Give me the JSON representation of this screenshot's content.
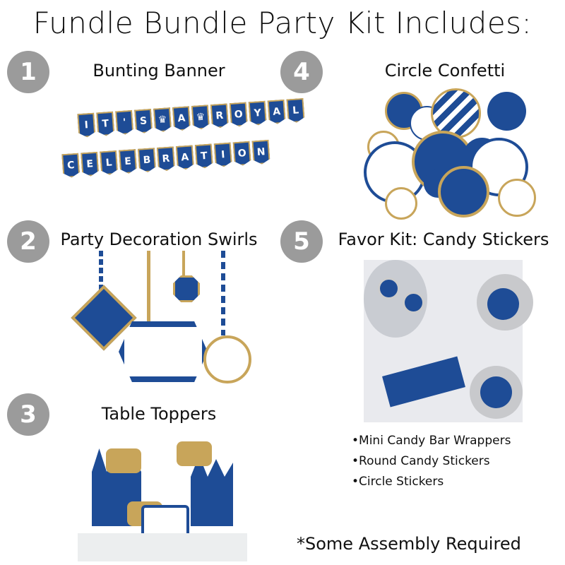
{
  "title": "Fundle Bundle Party Kit Includes:",
  "items": [
    {
      "num": "1",
      "label": "Bunting Banner"
    },
    {
      "num": "2",
      "label": "Party Decoration Swirls"
    },
    {
      "num": "3",
      "label": "Table Toppers"
    },
    {
      "num": "4",
      "label": "Circle Confetti"
    },
    {
      "num": "5",
      "label": "Favor Kit: Candy Stickers"
    }
  ],
  "banner": {
    "line1": "IT'S A ROYAL",
    "line2": "CELEBRATION"
  },
  "favor_list": [
    "•Mini Candy Bar Wrappers",
    "•Round Candy Stickers",
    "•Circle Stickers"
  ],
  "note": "*Some Assembly Required",
  "colors": {
    "blue": "#1e4c96",
    "gold": "#c8a55a",
    "badge": "#9b9b9b"
  }
}
